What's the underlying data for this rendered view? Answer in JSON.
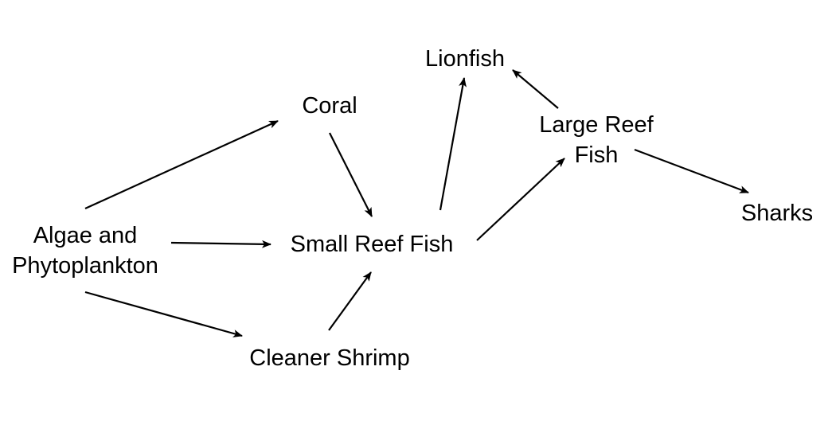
{
  "colors": {
    "background": "#ffffff",
    "text": "#000000",
    "arrow": "#000000"
  },
  "nodes": {
    "algae": {
      "line1": "Algae and",
      "line2": "Phytoplankton"
    },
    "coral": {
      "label": "Coral"
    },
    "small_reef_fish": {
      "label": "Small Reef Fish"
    },
    "cleaner_shrimp": {
      "label": "Cleaner Shrimp"
    },
    "lionfish": {
      "label": "Lionfish"
    },
    "large_reef_fish": {
      "line1": "Large Reef",
      "line2": "Fish"
    },
    "sharks": {
      "label": "Sharks"
    }
  },
  "edges": [
    {
      "from": "algae",
      "to": "coral"
    },
    {
      "from": "algae",
      "to": "small_reef_fish"
    },
    {
      "from": "algae",
      "to": "cleaner_shrimp"
    },
    {
      "from": "coral",
      "to": "small_reef_fish"
    },
    {
      "from": "cleaner_shrimp",
      "to": "small_reef_fish"
    },
    {
      "from": "small_reef_fish",
      "to": "lionfish"
    },
    {
      "from": "small_reef_fish",
      "to": "large_reef_fish"
    },
    {
      "from": "large_reef_fish",
      "to": "lionfish"
    },
    {
      "from": "large_reef_fish",
      "to": "sharks"
    }
  ]
}
